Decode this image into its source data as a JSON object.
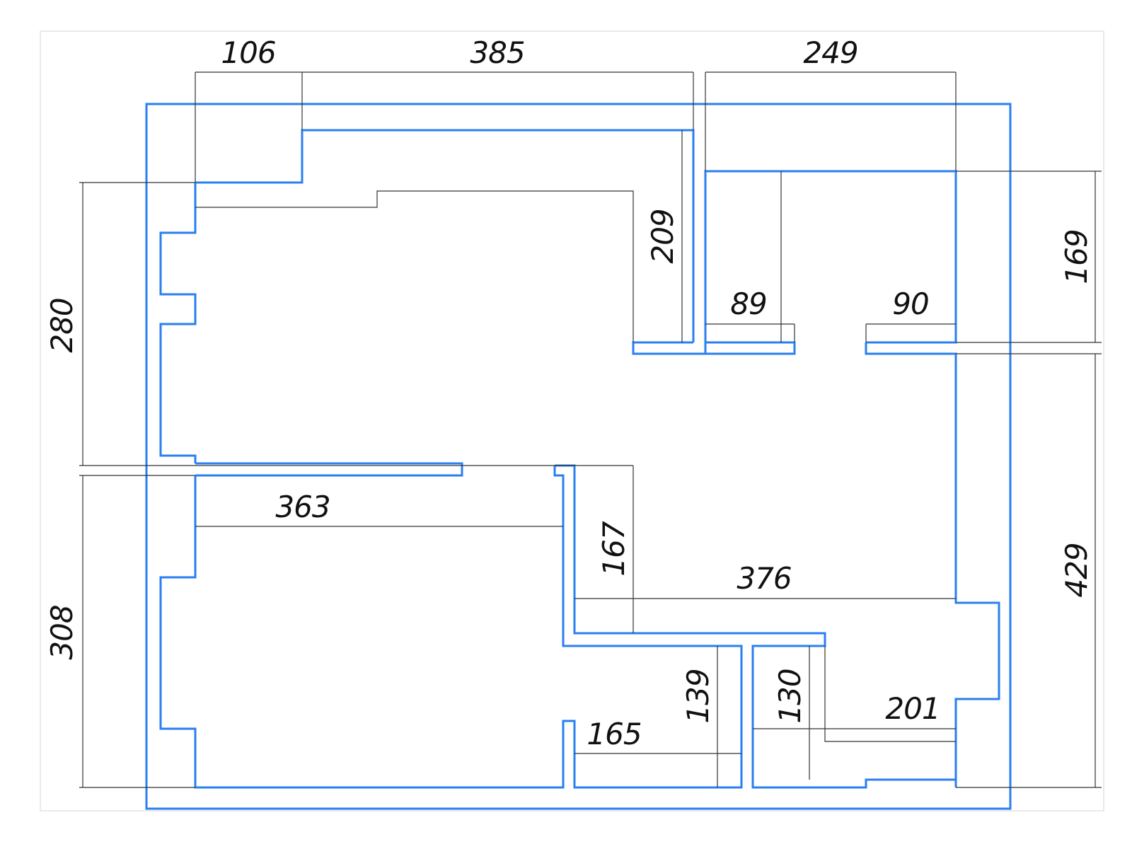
{
  "colors": {
    "wall": "#2a7ff0",
    "line": "#333333",
    "text": "#111111",
    "frame": "#e3e3e3"
  },
  "dimensions": [
    {
      "id": "dim-106",
      "value": "106"
    },
    {
      "id": "dim-385",
      "value": "385"
    },
    {
      "id": "dim-249",
      "value": "249"
    },
    {
      "id": "dim-209",
      "value": "209"
    },
    {
      "id": "dim-89",
      "value": "89"
    },
    {
      "id": "dim-90",
      "value": "90"
    },
    {
      "id": "dim-169",
      "value": "169"
    },
    {
      "id": "dim-280",
      "value": "280"
    },
    {
      "id": "dim-363",
      "value": "363"
    },
    {
      "id": "dim-167",
      "value": "167"
    },
    {
      "id": "dim-376",
      "value": "376"
    },
    {
      "id": "dim-429",
      "value": "429"
    },
    {
      "id": "dim-308",
      "value": "308"
    },
    {
      "id": "dim-139",
      "value": "139"
    },
    {
      "id": "dim-130",
      "value": "130"
    },
    {
      "id": "dim-165",
      "value": "165"
    },
    {
      "id": "dim-201",
      "value": "201"
    }
  ]
}
